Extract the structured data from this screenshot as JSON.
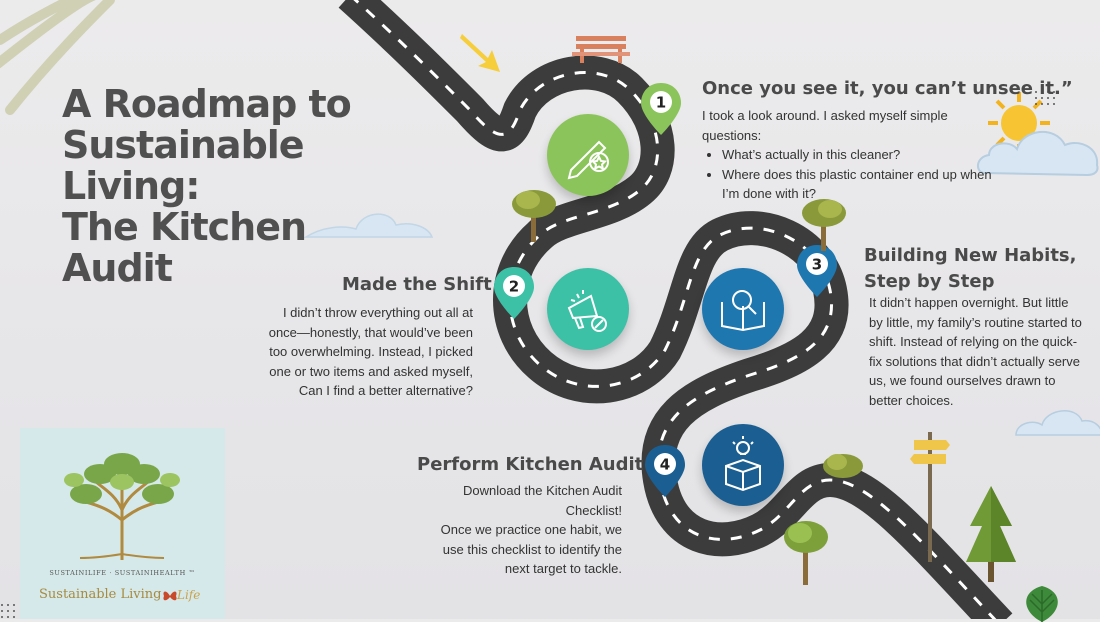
{
  "title": "A Roadmap to\nSustainable\nLiving:\nThe Kitchen\nAudit",
  "steps": [
    {
      "number": "1",
      "heading": "Once you see it, you can’t unsee it.”",
      "intro": "I took a look around. I asked myself simple questions:",
      "bullets": [
        "What’s actually in this cleaner?",
        "Where does this plastic container end up when I’m done with it?"
      ],
      "icon": "pencil-badge-icon",
      "color": "#8ac45a"
    },
    {
      "number": "2",
      "heading": "Made the Shift",
      "text": "I didn’t throw everything out all at once—honestly, that would’ve been too overwhelming. Instead, I picked one or two items and asked myself, Can I find a better alternative?",
      "icon": "megaphone-percent-icon",
      "color": "#3cc1a6"
    },
    {
      "number": "3",
      "heading": "Building New Habits, Step by Step",
      "text": "It didn’t happen overnight. But little by little, my family’s routine started to shift. Instead of relying on the quick-fix solutions that didn’t actually serve us, we found ourselves drawn to better choices.",
      "icon": "book-magnifier-icon",
      "color": "#1f77b0"
    },
    {
      "number": "4",
      "heading": "Perform Kitchen Audit",
      "text": "Download the Kitchen Audit Checklist!\nOnce we practice one habit, we use this checklist to identify the next target to tackle.",
      "icon": "box-lightbulb-icon",
      "color": "#1b5f92"
    }
  ],
  "logo": {
    "top_text": "SUSTAINILIFE ⋅ SUSTAINIHEALTH ™",
    "bottom_text": "Sustainable Living",
    "script_text": "Life"
  }
}
